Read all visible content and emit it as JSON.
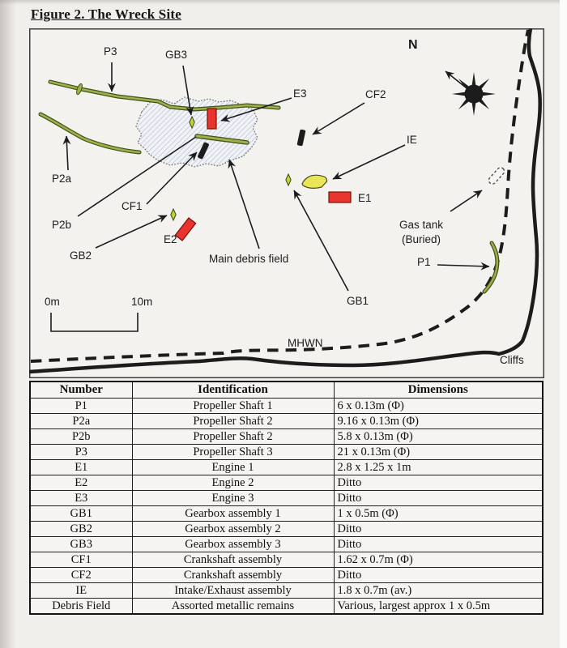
{
  "figure": {
    "title": "Figure 2. The Wreck Site"
  },
  "map": {
    "north_label": "N",
    "labels": {
      "p3": "P3",
      "gb3": "GB3",
      "e3": "E3",
      "cf2": "CF2",
      "ie": "IE",
      "e1": "E1",
      "gas_tank_line1": "Gas tank",
      "gas_tank_line2": "(Buried)",
      "p2a": "P2a",
      "p2b": "P2b",
      "cf1": "CF1",
      "gb2": "GB2",
      "e2": "E2",
      "main_debris_field": "Main debris field",
      "gb1": "GB1",
      "p1": "P1",
      "mhwn": "MHWN",
      "cliffs": "Cliffs"
    },
    "scale_bar": {
      "zero": "0m",
      "ten": "10m"
    },
    "colors": {
      "shaft_green": "#9db04a",
      "shaft_outline": "#41521b",
      "diamond_green": "#c3d13b",
      "engine_red": "#e7342c",
      "engine_outline": "#7c0f08",
      "intake_yellow": "#e9e554",
      "debris_fill": "#f1f2f6",
      "debris_hatch": "#b6bfd2",
      "ink": "#1c1c1c"
    }
  },
  "table": {
    "headers": [
      "Number",
      "Identification",
      "Dimensions"
    ],
    "rows": [
      {
        "number": "P1",
        "identification": "Propeller Shaft 1",
        "dimensions": "6 x 0.13m (Φ)"
      },
      {
        "number": "P2a",
        "identification": "Propeller Shaft 2",
        "dimensions": "9.16 x 0.13m (Φ)"
      },
      {
        "number": "P2b",
        "identification": "Propeller Shaft 2",
        "dimensions": "5.8 x 0.13m (Φ)"
      },
      {
        "number": "P3",
        "identification": "Propeller Shaft 3",
        "dimensions": "21 x 0.13m (Φ)"
      },
      {
        "number": "E1",
        "identification": "Engine 1",
        "dimensions": "2.8 x 1.25 x 1m"
      },
      {
        "number": "E2",
        "identification": "Engine 2",
        "dimensions": "Ditto"
      },
      {
        "number": "E3",
        "identification": "Engine 3",
        "dimensions": "Ditto"
      },
      {
        "number": "GB1",
        "identification": "Gearbox assembly 1",
        "dimensions": "1 x 0.5m (Φ)"
      },
      {
        "number": "GB2",
        "identification": "Gearbox assembly 2",
        "dimensions": "Ditto"
      },
      {
        "number": "GB3",
        "identification": "Gearbox assembly 3",
        "dimensions": "Ditto"
      },
      {
        "number": "CF1",
        "identification": "Crankshaft assembly",
        "dimensions": "1.62 x 0.7m (Φ)"
      },
      {
        "number": "CF2",
        "identification": "Crankshaft assembly",
        "dimensions": "Ditto"
      },
      {
        "number": "IE",
        "identification": "Intake/Exhaust assembly",
        "dimensions": "1.8 x 0.7m (av.)"
      },
      {
        "number": "Debris Field",
        "identification": "Assorted metallic remains",
        "dimensions": "Various, largest approx 1 x 0.5m"
      }
    ]
  }
}
